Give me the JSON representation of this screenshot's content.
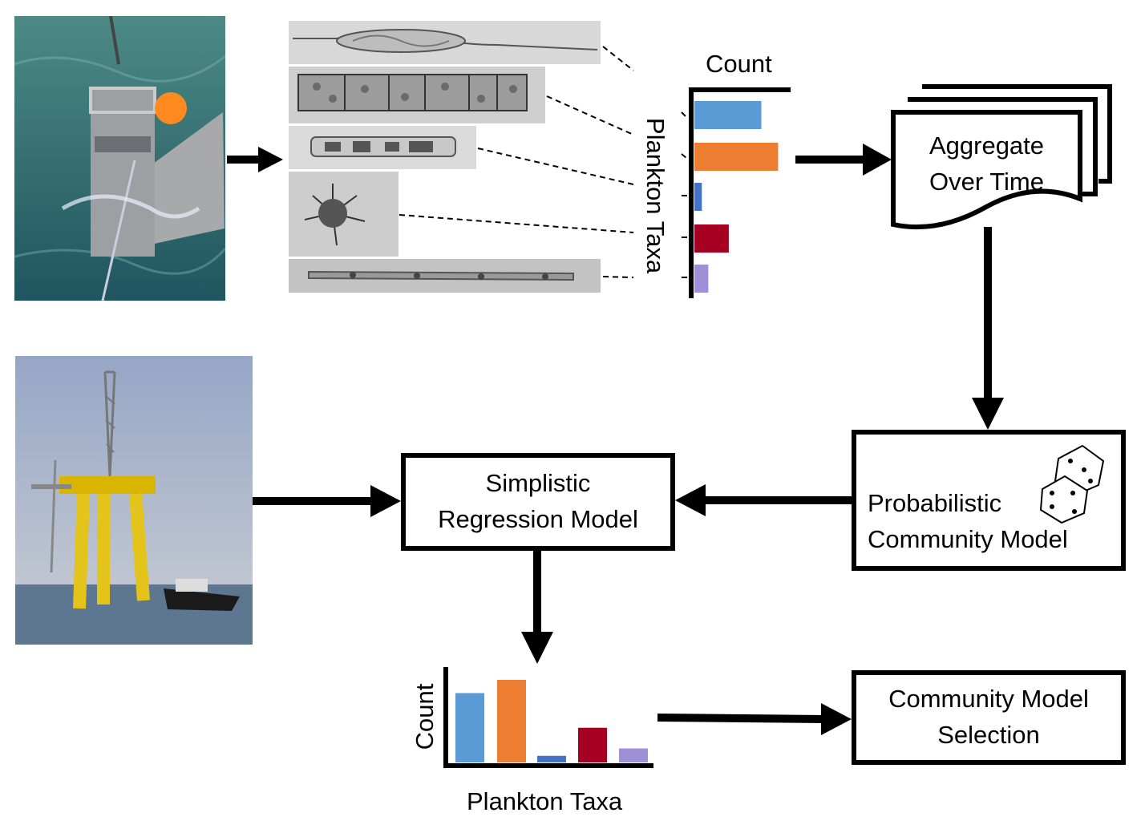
{
  "top_chart": {
    "count_label": "Count",
    "taxa_label": "Plankton Taxa",
    "values": [
      0.72,
      0.9,
      0.08,
      0.37,
      0.15
    ]
  },
  "bottom_chart": {
    "count_label": "Count",
    "taxa_label": "Plankton Taxa",
    "values": [
      0.84,
      1.0,
      0.08,
      0.42,
      0.17
    ]
  },
  "colors": [
    "#5b9bd5",
    "#ed7d31",
    "#4472c4",
    "#a50021",
    "#9e8fd6"
  ],
  "boxes": {
    "aggregate_line1": "Aggregate",
    "aggregate_line2": "Over Time",
    "probabilistic_line1": "Probabilistic",
    "probabilistic_line2": "Community Model",
    "regression_line1": "Simplistic",
    "regression_line2": "Regression Model",
    "selection_line1": "Community Model",
    "selection_line2": "Selection"
  }
}
